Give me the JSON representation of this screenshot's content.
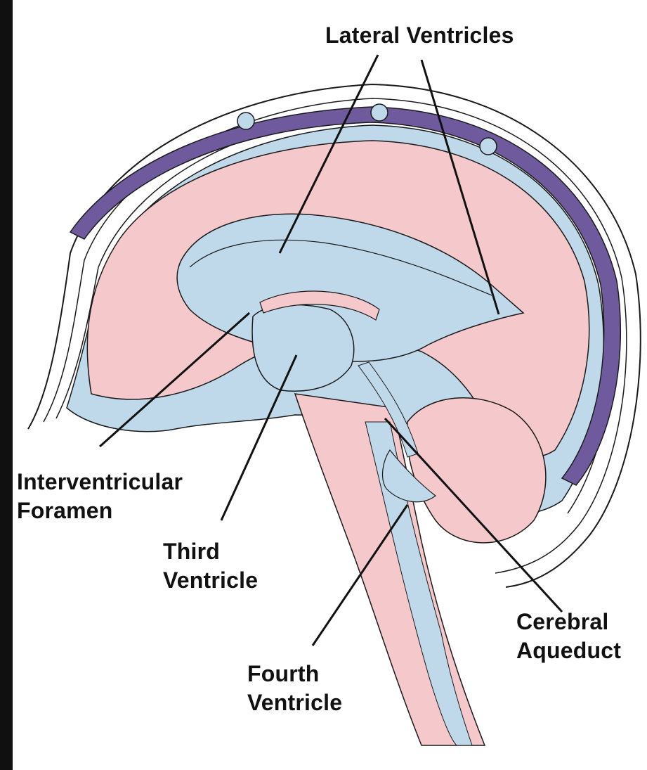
{
  "diagram": {
    "colors": {
      "background": "#ffffff",
      "frame": "#101010",
      "brain": "#f5c9cc",
      "csf": "#bfd9ea",
      "sinus": "#6f5a9e",
      "outline": "#1a1a1a"
    },
    "labels": {
      "lateral_ventricles": "Lateral Ventricles",
      "interventricular_foramen": [
        "Interventricular",
        "Foramen"
      ],
      "third_ventricle": [
        "Third",
        "Ventricle"
      ],
      "fourth_ventricle": [
        "Fourth",
        "Ventricle"
      ],
      "cerebral_aqueduct": [
        "Cerebral",
        "Aqueduct"
      ]
    }
  }
}
